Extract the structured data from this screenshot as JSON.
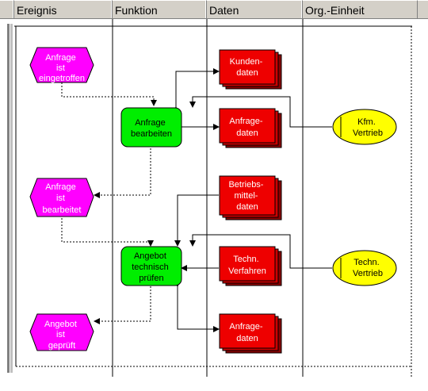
{
  "columns": [
    {
      "label": "Ereignis"
    },
    {
      "label": "Funktion"
    },
    {
      "label": "Daten"
    },
    {
      "label": "Org.-Einheit"
    }
  ],
  "events": [
    {
      "lines": [
        "Anfrage",
        "ist",
        "eingetroffen"
      ]
    },
    {
      "lines": [
        "Anfrage",
        "ist",
        "bearbeitet"
      ]
    },
    {
      "lines": [
        "Angebot",
        "ist",
        "geprüft"
      ]
    }
  ],
  "functions": [
    {
      "lines": [
        "Anfrage",
        "bearbeiten"
      ]
    },
    {
      "lines": [
        "Angebot",
        "technisch",
        "prüfen"
      ]
    }
  ],
  "data_objects": [
    {
      "lines": [
        "Kunden-",
        "daten"
      ]
    },
    {
      "lines": [
        "Anfrage-",
        "daten"
      ]
    },
    {
      "lines": [
        "Betriebs-",
        "mittel-",
        "daten"
      ]
    },
    {
      "lines": [
        "Techn.",
        "Verfahren"
      ]
    },
    {
      "lines": [
        "Anfrage-",
        "daten"
      ]
    }
  ],
  "org_units": [
    {
      "lines": [
        "Kfm.",
        "Vertrieb"
      ]
    },
    {
      "lines": [
        "Techn.",
        "Vertrieb"
      ]
    }
  ],
  "colors": {
    "event": "#ff00ff",
    "function": "#00ee00",
    "data": "#ee0000",
    "org": "#ffff00",
    "text_light": "#ffffff",
    "text_dark": "#000000"
  }
}
